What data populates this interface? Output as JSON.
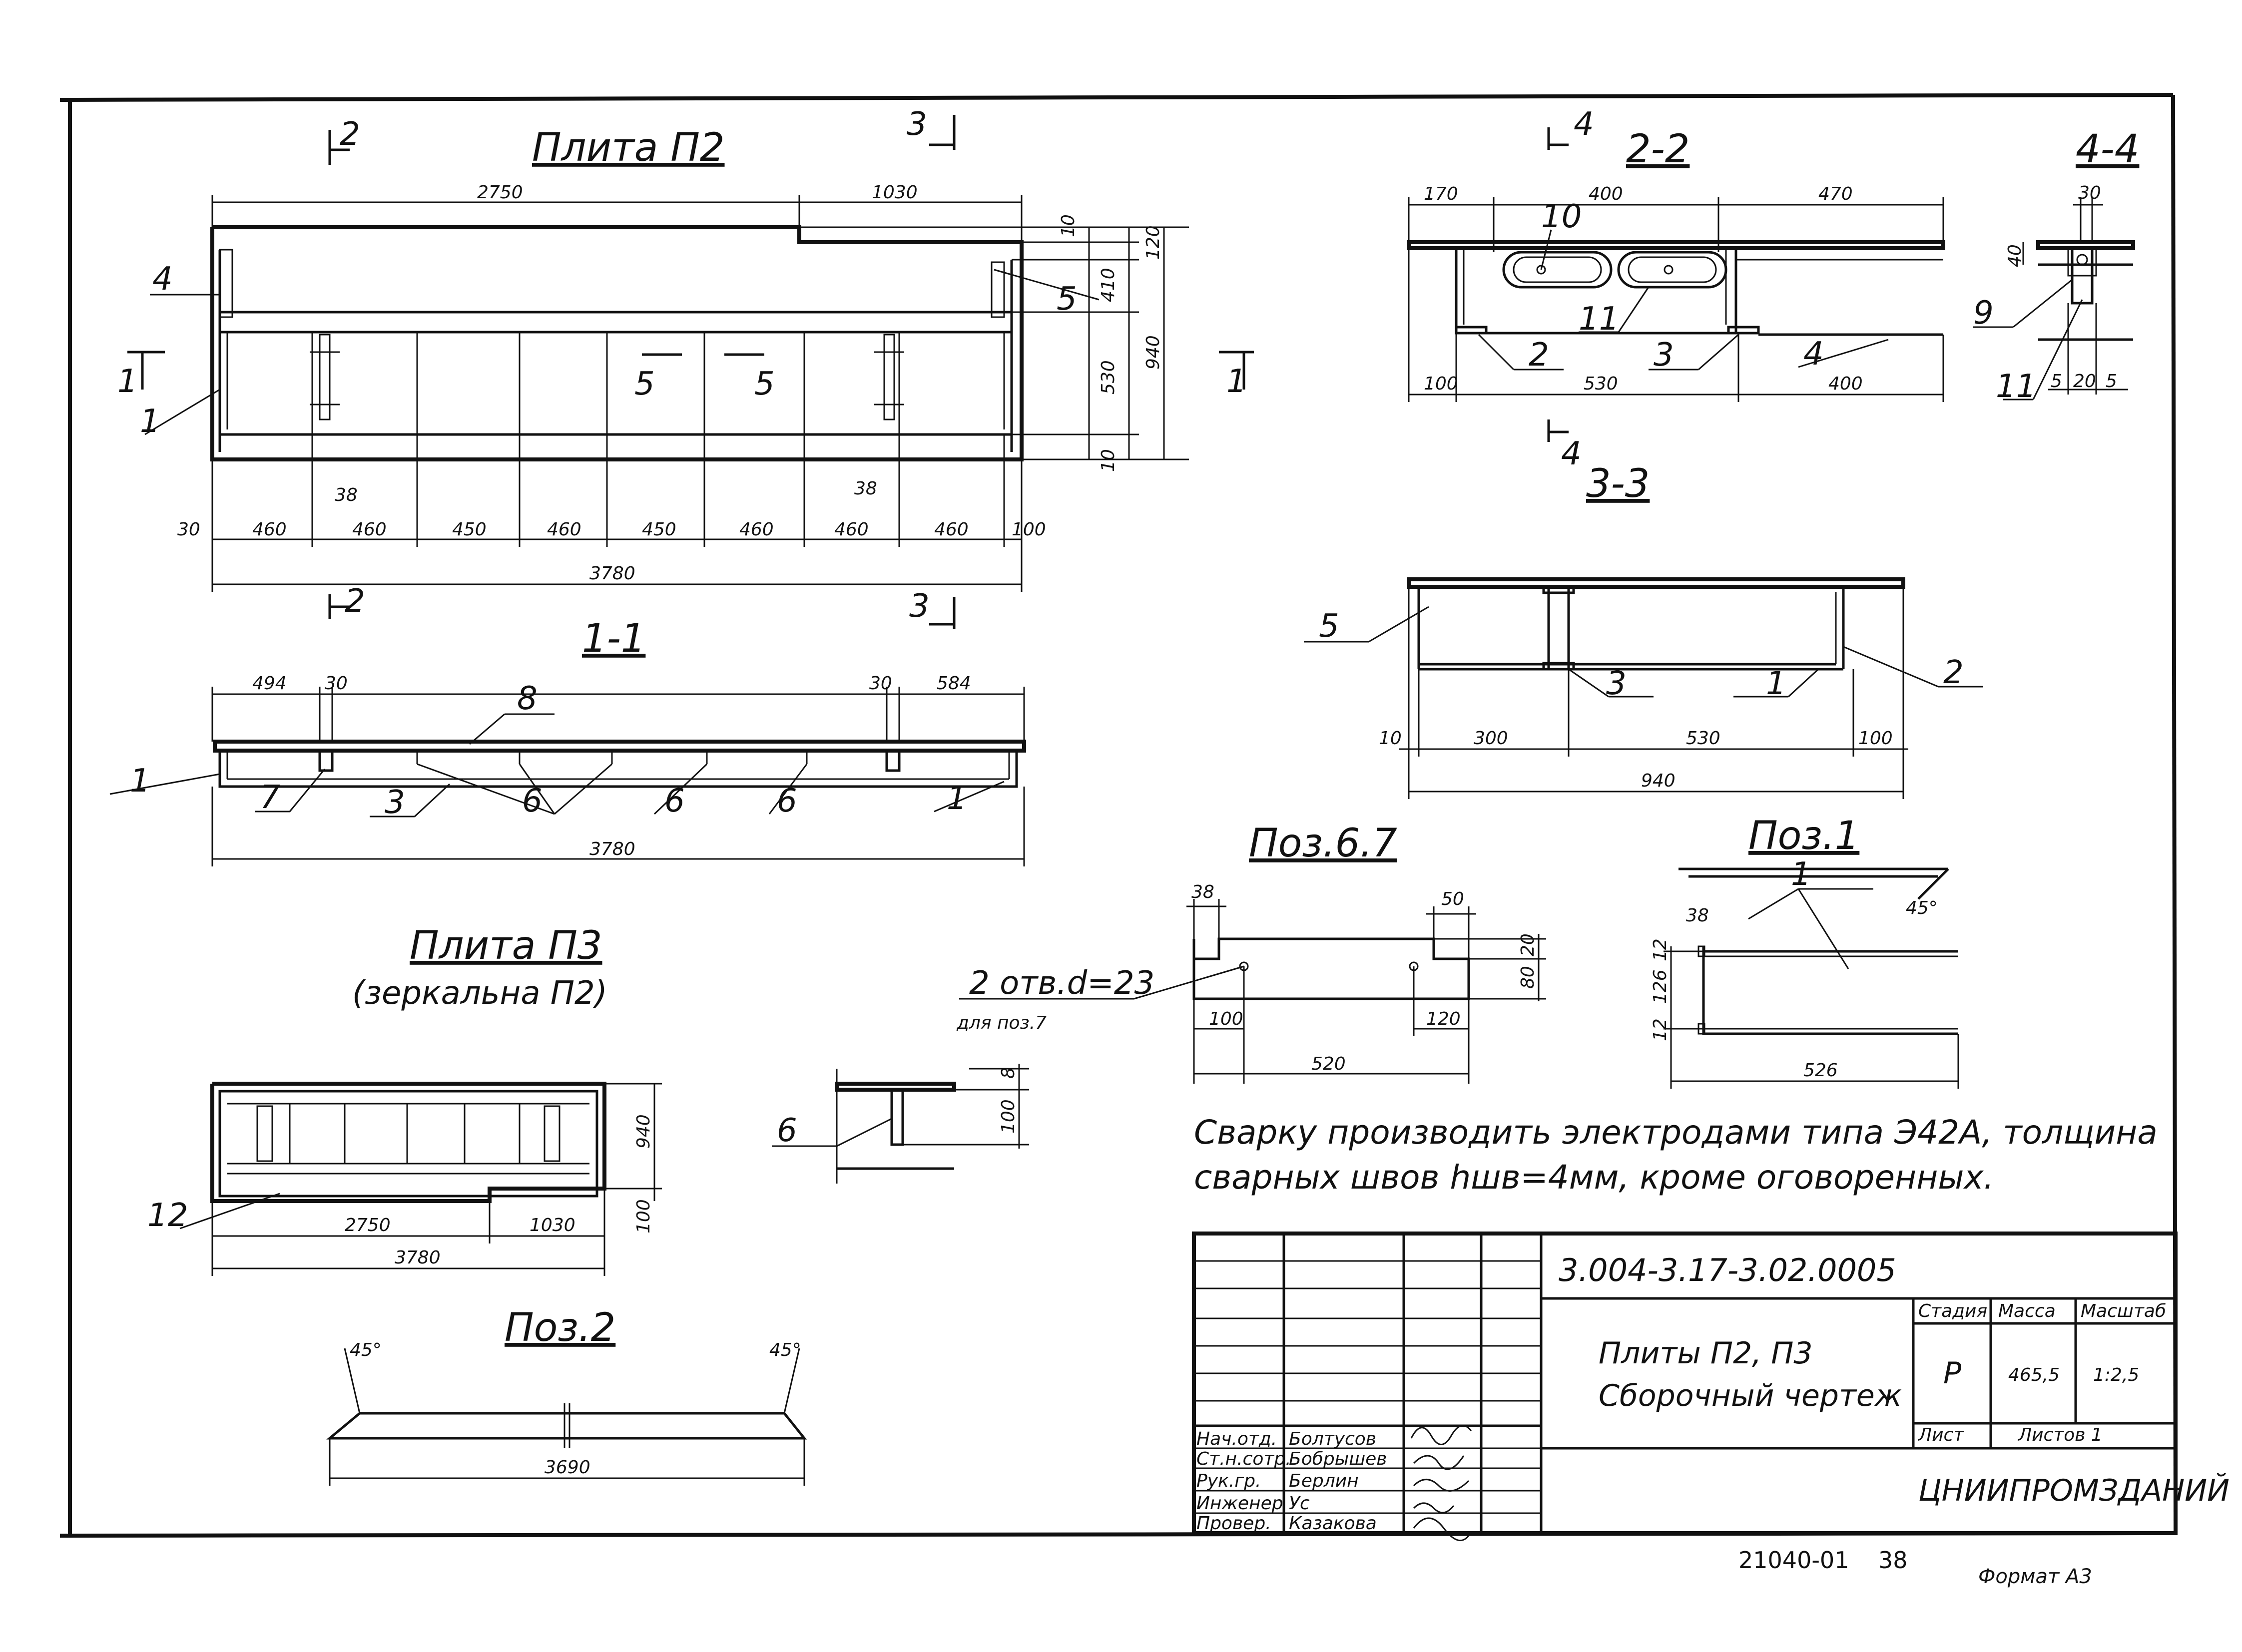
{
  "views": {
    "p2": {
      "title": "Плита П2",
      "dims": {
        "d2750": "2750",
        "d1030": "1030",
        "d30": "30",
        "d460a": "460",
        "d460b": "460",
        "d450a": "450",
        "d460c": "460",
        "d450b": "450",
        "d460d": "460",
        "d460e": "460",
        "d460f": "460",
        "d100": "100",
        "d3780": "3780",
        "d38a": "38",
        "d38b": "38",
        "d10a": "10",
        "d120": "120",
        "d410": "410",
        "d530": "530",
        "d940": "940",
        "d10b": "10"
      },
      "cut_marks": {
        "c2": "2",
        "c3": "3",
        "c1": "1",
        "c5": "5"
      },
      "callouts": {
        "n4": "4",
        "n5": "5",
        "n1": "1"
      }
    },
    "s11": {
      "title": "1-1",
      "dims": {
        "d494": "494",
        "d30a": "30",
        "d30b": "30",
        "d584": "584",
        "d3780": "3780"
      },
      "callouts": {
        "n1": "1",
        "n8": "8",
        "n7": "7",
        "n3": "3",
        "n6a": "6",
        "n6b": "6",
        "n6c": "6",
        "n1b": "1"
      }
    },
    "s22": {
      "title": "2-2",
      "dims": {
        "d170": "170",
        "d400": "400",
        "d470": "470",
        "d100": "100",
        "d530": "530",
        "d400b": "400"
      },
      "callouts": {
        "n10": "10",
        "n11": "11",
        "n2": "2",
        "n3": "3",
        "n4": "4"
      },
      "cut_marks": {
        "c4": "4"
      }
    },
    "s44": {
      "title": "4-4",
      "dims": {
        "d30": "30",
        "d40": "40",
        "d5a": "5",
        "d20": "20",
        "d5b": "5"
      },
      "callouts": {
        "n9": "9",
        "n11": "11"
      }
    },
    "s33": {
      "title": "3-3",
      "dims": {
        "d10": "10",
        "d300": "300",
        "d530": "530",
        "d100": "100",
        "d940": "940"
      },
      "callouts": {
        "n5": "5",
        "n3": "3",
        "n1": "1",
        "n2": "2"
      }
    },
    "p3": {
      "title": "Плита П3",
      "subtitle": "(зеркальна П2)",
      "dims": {
        "d2750": "2750",
        "d1030": "1030",
        "d3780": "3780",
        "d940": "940",
        "d100": "100"
      },
      "callouts": {
        "n12": "12"
      }
    },
    "pos67": {
      "title": "Поз.6.7",
      "hole_note": "2 отв.d=23",
      "hole_note2": "для поз.7",
      "dims": {
        "d38": "38",
        "d50": "50",
        "d20": "20",
        "d80": "80",
        "d100": "100",
        "d520": "520",
        "d120": "120"
      }
    },
    "pos1": {
      "title": "Поз.1",
      "dims": {
        "d45": "45°",
        "d38": "38",
        "d12": "12",
        "d126": "126",
        "d12b": "12",
        "d526": "526"
      },
      "callouts": {
        "n1": "1"
      }
    },
    "pos2": {
      "title": "Поз.2",
      "dims": {
        "a1": "45°",
        "a2": "45°",
        "d3690": "3690"
      }
    },
    "detail6": {
      "dims": {
        "d8": "8",
        "d100": "100"
      },
      "callouts": {
        "n6": "6"
      }
    }
  },
  "notes": {
    "line1": "Сварку производить электродами типа Э42А, толщина",
    "line2": "сварных швов hшв=4мм, кроме оговоренных."
  },
  "title_block": {
    "doc_code": "3.004-3.17-3.02.0005",
    "drawing_name_1": "Плиты П2, П3",
    "drawing_name_2": "Сборочный чертеж",
    "head_stage": "Стадия",
    "head_mass": "Масса",
    "head_scale": "Масштаб",
    "stage": "Р",
    "mass": "465,5",
    "scale": "1:2,5",
    "sheet_label": "Лист",
    "sheets_label": "Листов 1",
    "org": "ЦНИИПРОМЗДАНИЙ",
    "roles": [
      "Нач.отд.",
      "Ст.н.сотр.",
      "Рук.гр.",
      "Инженер",
      "Провер."
    ],
    "names": [
      "Болтусов",
      "Бобрышев",
      "Берлин",
      "Ус",
      "Казакова"
    ]
  },
  "footer": {
    "sheet_id": "21040-01",
    "page": "38",
    "format": "Формат А3"
  }
}
